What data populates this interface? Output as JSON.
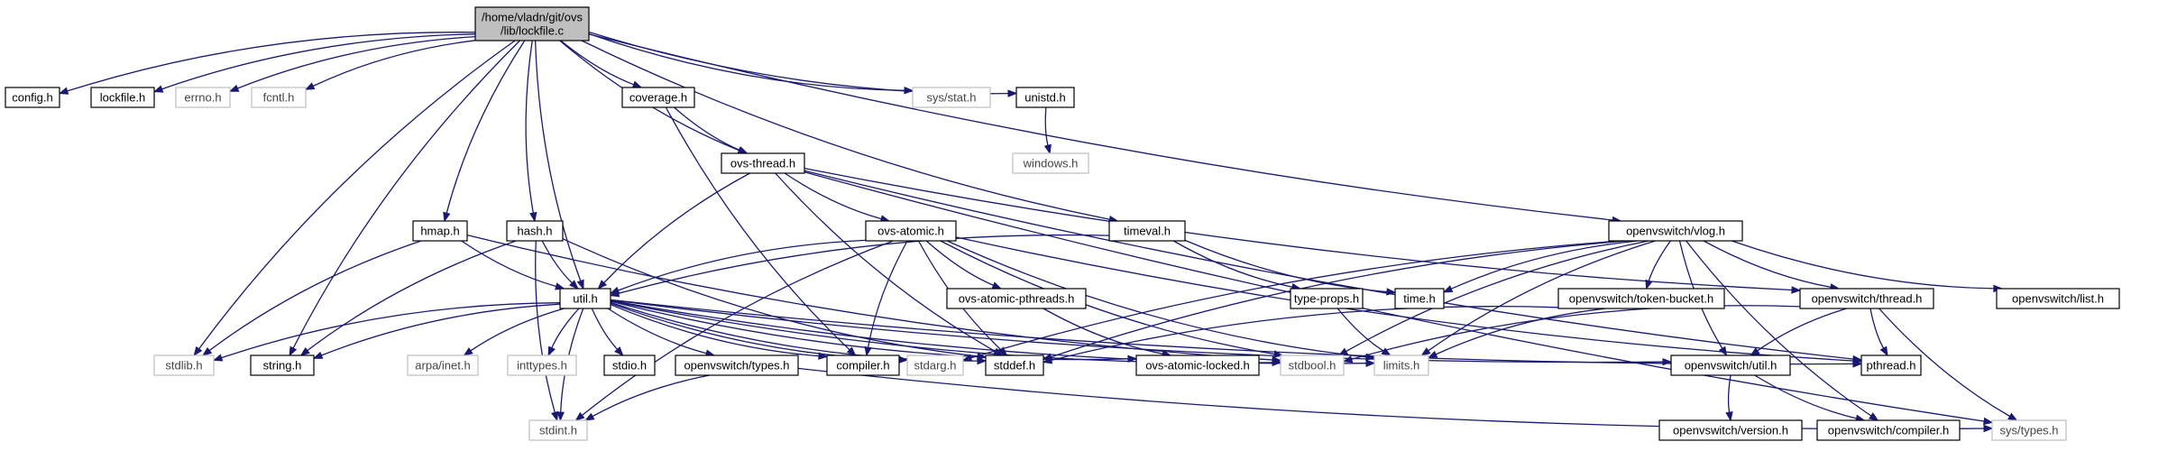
{
  "diagram": {
    "colors": {
      "edge": "#191970",
      "root_fill": "#bfbfbf",
      "doc_border": "#000000",
      "sys_border": "#bfbfbf"
    },
    "nodes": [
      {
        "id": "root",
        "label": "/home/vladn/git/ovs\n/lib/lockfile.c",
        "kind": "root"
      },
      {
        "id": "config",
        "label": "config.h",
        "kind": "doc"
      },
      {
        "id": "lockfile",
        "label": "lockfile.h",
        "kind": "doc"
      },
      {
        "id": "errno",
        "label": "errno.h",
        "kind": "sys"
      },
      {
        "id": "fcntl",
        "label": "fcntl.h",
        "kind": "sys"
      },
      {
        "id": "coverage",
        "label": "coverage.h",
        "kind": "doc"
      },
      {
        "id": "sysstat",
        "label": "sys/stat.h",
        "kind": "sys"
      },
      {
        "id": "unistd",
        "label": "unistd.h",
        "kind": "doc"
      },
      {
        "id": "windows",
        "label": "windows.h",
        "kind": "sys"
      },
      {
        "id": "ovsthread",
        "label": "ovs-thread.h",
        "kind": "doc"
      },
      {
        "id": "hmap",
        "label": "hmap.h",
        "kind": "doc"
      },
      {
        "id": "hash",
        "label": "hash.h",
        "kind": "doc"
      },
      {
        "id": "ovsatomic",
        "label": "ovs-atomic.h",
        "kind": "doc"
      },
      {
        "id": "timeval",
        "label": "timeval.h",
        "kind": "doc"
      },
      {
        "id": "vlog",
        "label": "openvswitch/vlog.h",
        "kind": "doc"
      },
      {
        "id": "util",
        "label": "util.h",
        "kind": "doc"
      },
      {
        "id": "atomicpthreads",
        "label": "ovs-atomic-pthreads.h",
        "kind": "doc"
      },
      {
        "id": "typeprops",
        "label": "type-props.h",
        "kind": "doc"
      },
      {
        "id": "timeh",
        "label": "time.h",
        "kind": "doc"
      },
      {
        "id": "tokenbucket",
        "label": "openvswitch/token-bucket.h",
        "kind": "doc"
      },
      {
        "id": "ovsthreadh",
        "label": "openvswitch/thread.h",
        "kind": "doc"
      },
      {
        "id": "list",
        "label": "openvswitch/list.h",
        "kind": "doc"
      },
      {
        "id": "stdlib",
        "label": "stdlib.h",
        "kind": "sys"
      },
      {
        "id": "string",
        "label": "string.h",
        "kind": "doc"
      },
      {
        "id": "arpainet",
        "label": "arpa/inet.h",
        "kind": "sys"
      },
      {
        "id": "inttypes",
        "label": "inttypes.h",
        "kind": "sys"
      },
      {
        "id": "stdio",
        "label": "stdio.h",
        "kind": "doc"
      },
      {
        "id": "ovstypes",
        "label": "openvswitch/types.h",
        "kind": "doc"
      },
      {
        "id": "compiler",
        "label": "compiler.h",
        "kind": "doc"
      },
      {
        "id": "stdarg",
        "label": "stdarg.h",
        "kind": "sys"
      },
      {
        "id": "stddef",
        "label": "stddef.h",
        "kind": "doc"
      },
      {
        "id": "atomiclocked",
        "label": "ovs-atomic-locked.h",
        "kind": "doc"
      },
      {
        "id": "stdbool",
        "label": "stdbool.h",
        "kind": "sys"
      },
      {
        "id": "limits",
        "label": "limits.h",
        "kind": "sys"
      },
      {
        "id": "ovsutil",
        "label": "openvswitch/util.h",
        "kind": "doc"
      },
      {
        "id": "pthread",
        "label": "pthread.h",
        "kind": "doc"
      },
      {
        "id": "systypes",
        "label": "sys/types.h",
        "kind": "sys"
      },
      {
        "id": "stdint",
        "label": "stdint.h",
        "kind": "sys"
      },
      {
        "id": "version",
        "label": "openvswitch/version.h",
        "kind": "doc"
      },
      {
        "id": "ovscompiler",
        "label": "openvswitch/compiler.h",
        "kind": "doc"
      }
    ],
    "edges": [
      [
        "root",
        "config"
      ],
      [
        "root",
        "lockfile"
      ],
      [
        "root",
        "errno"
      ],
      [
        "root",
        "fcntl"
      ],
      [
        "root",
        "coverage"
      ],
      [
        "root",
        "sysstat"
      ],
      [
        "root",
        "unistd"
      ],
      [
        "root",
        "ovsthread"
      ],
      [
        "root",
        "hmap"
      ],
      [
        "root",
        "hash"
      ],
      [
        "root",
        "util"
      ],
      [
        "root",
        "timeval"
      ],
      [
        "root",
        "vlog"
      ],
      [
        "root",
        "stdlib"
      ],
      [
        "root",
        "string"
      ],
      [
        "unistd",
        "windows"
      ],
      [
        "coverage",
        "ovsthread"
      ],
      [
        "coverage",
        "compiler"
      ],
      [
        "ovsthread",
        "ovsatomic"
      ],
      [
        "ovsthread",
        "util"
      ],
      [
        "ovsthread",
        "stddef"
      ],
      [
        "ovsthread",
        "ovsthreadh"
      ],
      [
        "ovsthread",
        "pthread"
      ],
      [
        "ovsthread",
        "systypes"
      ],
      [
        "hmap",
        "util"
      ],
      [
        "hmap",
        "stdbool"
      ],
      [
        "hmap",
        "stdlib"
      ],
      [
        "hash",
        "util"
      ],
      [
        "hash",
        "string"
      ],
      [
        "hash",
        "stddef"
      ],
      [
        "hash",
        "stdint"
      ],
      [
        "ovsatomic",
        "util"
      ],
      [
        "ovsatomic",
        "atomicpthreads"
      ],
      [
        "ovsatomic",
        "compiler"
      ],
      [
        "ovsatomic",
        "stddef"
      ],
      [
        "ovsatomic",
        "stdint"
      ],
      [
        "ovsatomic",
        "stdbool"
      ],
      [
        "ovsatomic",
        "limits"
      ],
      [
        "ovsatomic",
        "pthread"
      ],
      [
        "timeval",
        "util"
      ],
      [
        "timeval",
        "typeprops"
      ],
      [
        "timeval",
        "timeh"
      ],
      [
        "vlog",
        "list"
      ],
      [
        "vlog",
        "tokenbucket"
      ],
      [
        "vlog",
        "ovsthreadh"
      ],
      [
        "vlog",
        "ovsutil"
      ],
      [
        "vlog",
        "ovscompiler"
      ],
      [
        "vlog",
        "timeh"
      ],
      [
        "vlog",
        "stddef"
      ],
      [
        "vlog",
        "stdbool"
      ],
      [
        "vlog",
        "limits"
      ],
      [
        "vlog",
        "stdarg"
      ],
      [
        "atomicpthreads",
        "atomiclocked"
      ],
      [
        "typeprops",
        "limits"
      ],
      [
        "tokenbucket",
        "limits"
      ],
      [
        "tokenbucket",
        "stddef"
      ],
      [
        "ovsthreadh",
        "pthread"
      ],
      [
        "ovsthreadh",
        "stdbool"
      ],
      [
        "ovsthreadh",
        "ovsutil"
      ],
      [
        "ovsthreadh",
        "systypes"
      ],
      [
        "util",
        "stdlib"
      ],
      [
        "util",
        "string"
      ],
      [
        "util",
        "arpainet"
      ],
      [
        "util",
        "inttypes"
      ],
      [
        "util",
        "stdio"
      ],
      [
        "util",
        "ovstypes"
      ],
      [
        "util",
        "compiler"
      ],
      [
        "util",
        "stdarg"
      ],
      [
        "util",
        "stddef"
      ],
      [
        "util",
        "atomiclocked"
      ],
      [
        "util",
        "stdbool"
      ],
      [
        "util",
        "limits"
      ],
      [
        "util",
        "ovsutil"
      ],
      [
        "util",
        "pthread"
      ],
      [
        "util",
        "stdint"
      ],
      [
        "ovstypes",
        "stdint"
      ],
      [
        "ovstypes",
        "systypes"
      ],
      [
        "ovsutil",
        "version"
      ],
      [
        "ovsutil",
        "ovscompiler"
      ]
    ]
  }
}
